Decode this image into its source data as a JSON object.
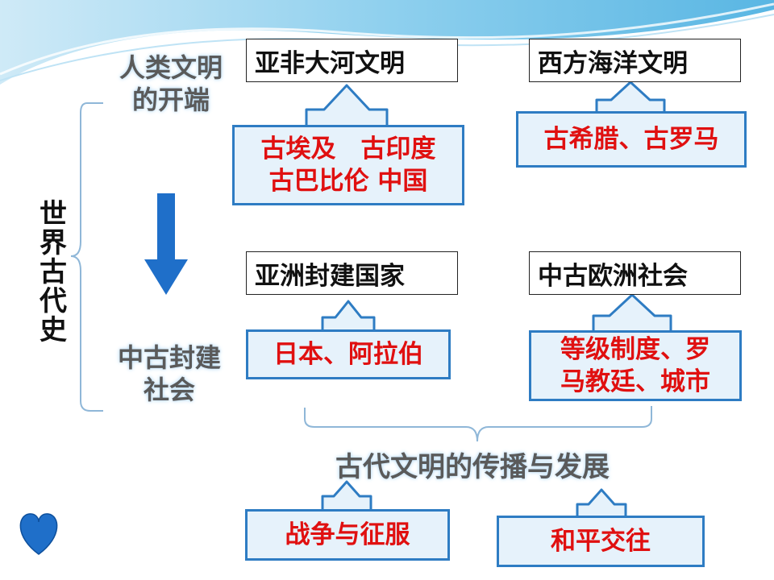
{
  "vertical_title": [
    "世",
    "界",
    "古",
    "代",
    "史"
  ],
  "era_labels": {
    "ancient_line1": "人类文明",
    "ancient_line2": "的开端",
    "medieval_line1": "中古封建",
    "medieval_line2": "社会"
  },
  "title_boxes": {
    "asia_africa": "亚非大河文明",
    "western_ocean": "西方海洋文明",
    "asian_feudal": "亚洲封建国家",
    "medieval_europe": "中古欧洲社会"
  },
  "red_boxes": {
    "river_civs_line1": "古埃及　古印度",
    "river_civs_line2": "古巴比伦  中国",
    "greece_rome": "古希腊、古罗马",
    "japan_arabia": "日本、阿拉伯",
    "europe_line1": "等级制度、罗",
    "europe_line2": "马教廷、城市",
    "war": "战争与征服",
    "peace": "和平交往"
  },
  "spread_label": "古代文明的传播与发展",
  "colors": {
    "arrow_fill": "#e6f2fb",
    "arrow_stroke": "#2e7cc3",
    "down_arrow": "#1f6fc9",
    "heart": "#1f6fc9",
    "red_text": "#e01010"
  }
}
